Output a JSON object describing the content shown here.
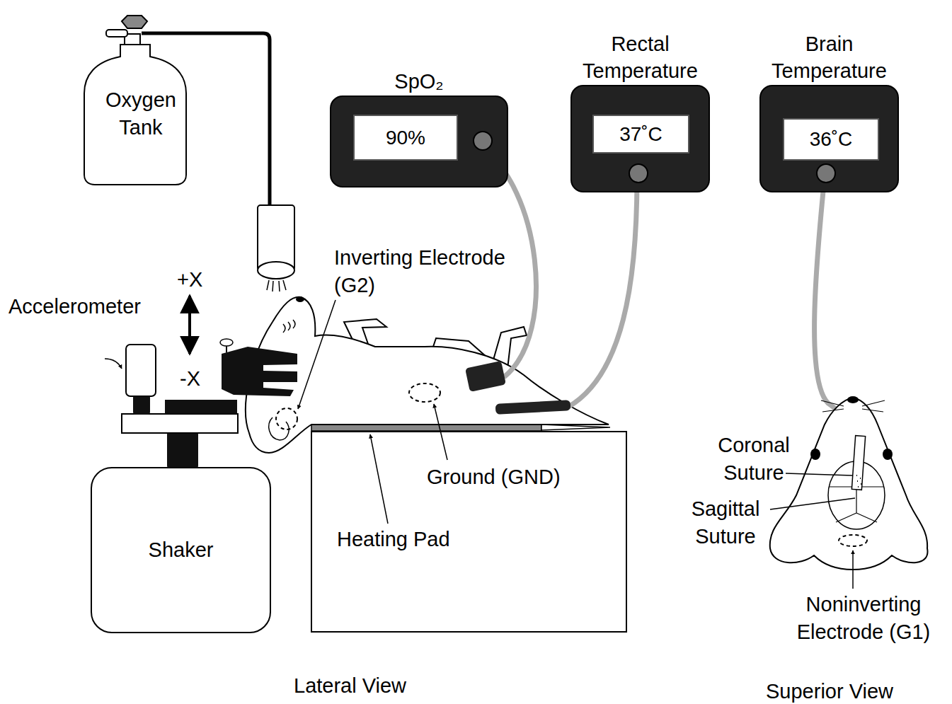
{
  "diagram": {
    "nodes": [
      {
        "text": [
          "Oxygen Tank"
        ]
      },
      {
        "text": [
          "SpO₂"
        ]
      },
      {
        "text": [
          "90%"
        ],
        "in": 1
      },
      {
        "text": [
          "Rectal Temperature"
        ]
      },
      {
        "text": [
          "37˚C"
        ],
        "in": 3
      },
      {
        "text": [
          "Brain Temperature"
        ]
      },
      {
        "text": [
          "36˚C"
        ],
        "in": 5
      },
      {
        "text": [
          "Shaker"
        ]
      }
    ],
    "labels": [
      "+X",
      "-X",
      "Accelerometer",
      "Inverting Electrode (G2)",
      "Heating Pad",
      "Ground (GND)",
      "Coronal Suture",
      "Sagittal Suture",
      "Noninverting Electrode (G1)",
      "Lateral View",
      "Superior View"
    ]
  }
}
